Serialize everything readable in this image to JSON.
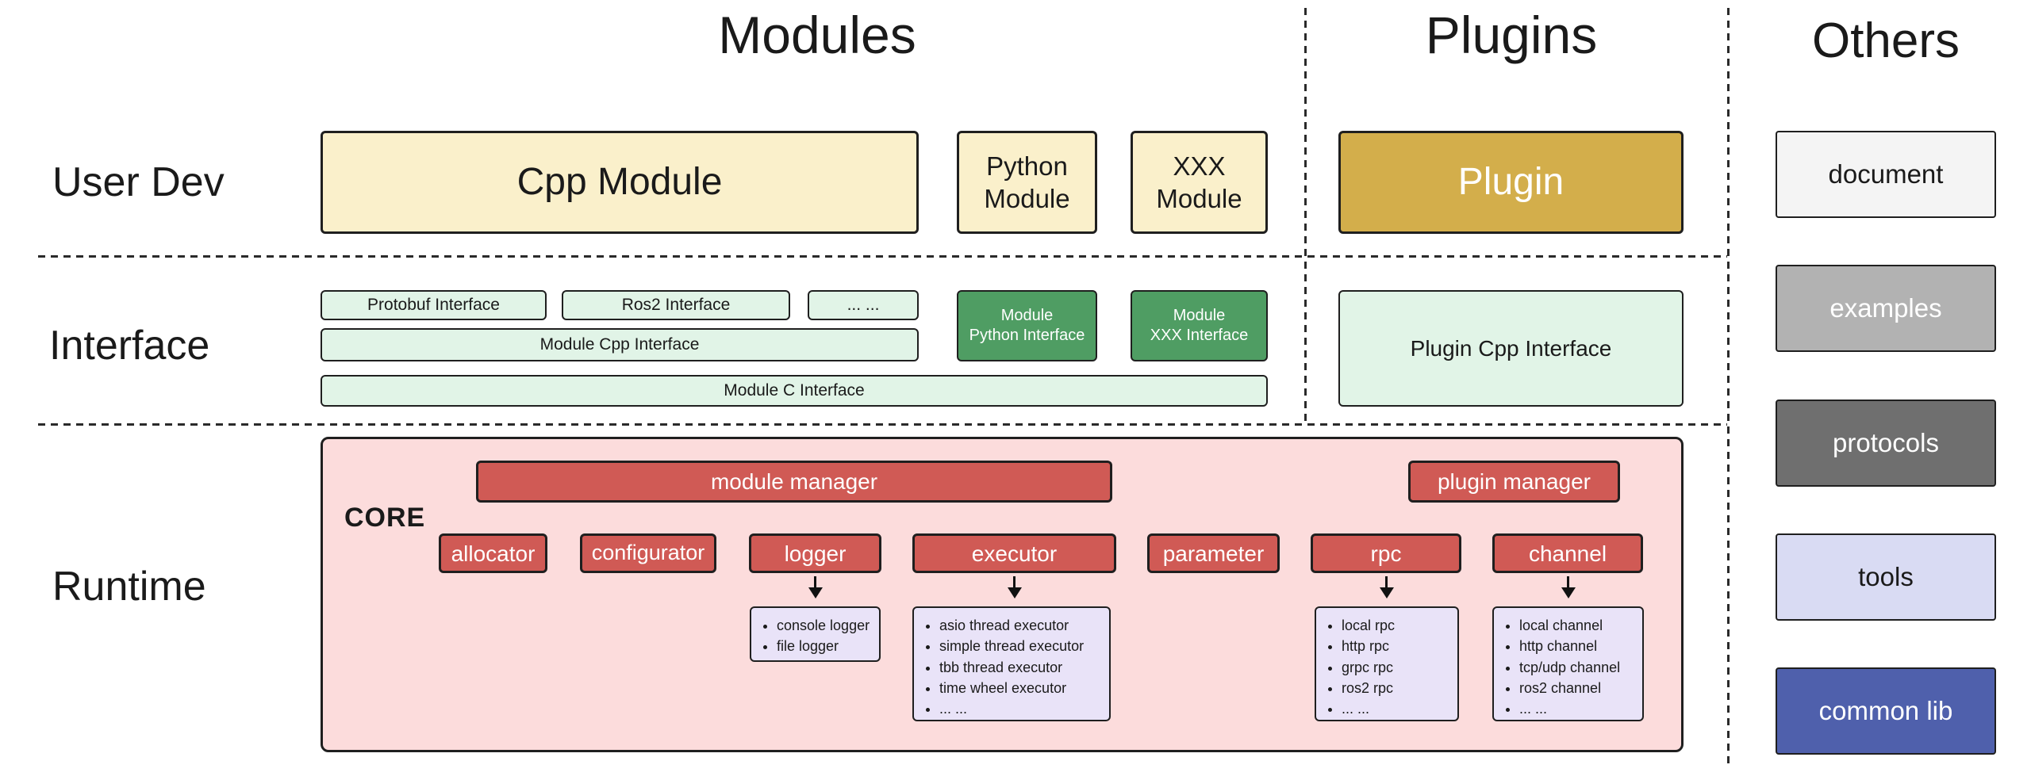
{
  "titles": {
    "modules": "Modules",
    "plugins": "Plugins",
    "others": "Others"
  },
  "row_labels": {
    "user_dev": "User Dev",
    "interface": "Interface",
    "runtime": "Runtime"
  },
  "modules": {
    "user_dev": {
      "cpp": "Cpp Module",
      "python": "Python\nModule",
      "xxx": "XXX\nModule"
    },
    "interface": {
      "protobuf": "Protobuf Interface",
      "ros2": "Ros2 Interface",
      "more": "... ...",
      "python": "Module\nPython Interface",
      "xxx": "Module\nXXX Interface",
      "cpp": "Module Cpp Interface",
      "c": "Module C Interface"
    }
  },
  "plugins": {
    "user_dev": {
      "plugin": "Plugin"
    },
    "interface": {
      "cpp": "Plugin Cpp Interface"
    }
  },
  "runtime": {
    "core_label": "CORE",
    "managers": {
      "module": "module manager",
      "plugin": "plugin manager"
    },
    "components": [
      "allocator",
      "configurator",
      "logger",
      "executor",
      "parameter",
      "rpc",
      "channel"
    ],
    "logger_impls": [
      "console logger",
      "file logger"
    ],
    "executor_impls": [
      "asio thread executor",
      "simple thread executor",
      "tbb thread executor",
      "time wheel executor",
      "... ..."
    ],
    "rpc_impls": [
      "local rpc",
      "http rpc",
      "grpc rpc",
      "ros2 rpc",
      "... ..."
    ],
    "channel_impls": [
      "local channel",
      "http channel",
      "tcp/udp channel",
      "ros2 channel",
      "... ..."
    ]
  },
  "others": {
    "items": [
      "document",
      "examples",
      "protocols",
      "tools",
      "common lib"
    ]
  },
  "colors": {
    "cream": "#faf0cb",
    "gold": "#d3ae4b",
    "mint": "#e1f4e7",
    "dark_green": "#4f9d63",
    "core_pink": "#fcdcdc",
    "component_red": "#d05a55",
    "impl_lavender": "#e9e3f8",
    "document_gray": "#f4f4f4",
    "examples_gray": "#b2b2b2",
    "protocols_gray": "#6f6f6f",
    "tools_lavender": "#d9dbf3",
    "common_lib_indigo": "#4f60ac",
    "border": "#1f1f1f"
  }
}
